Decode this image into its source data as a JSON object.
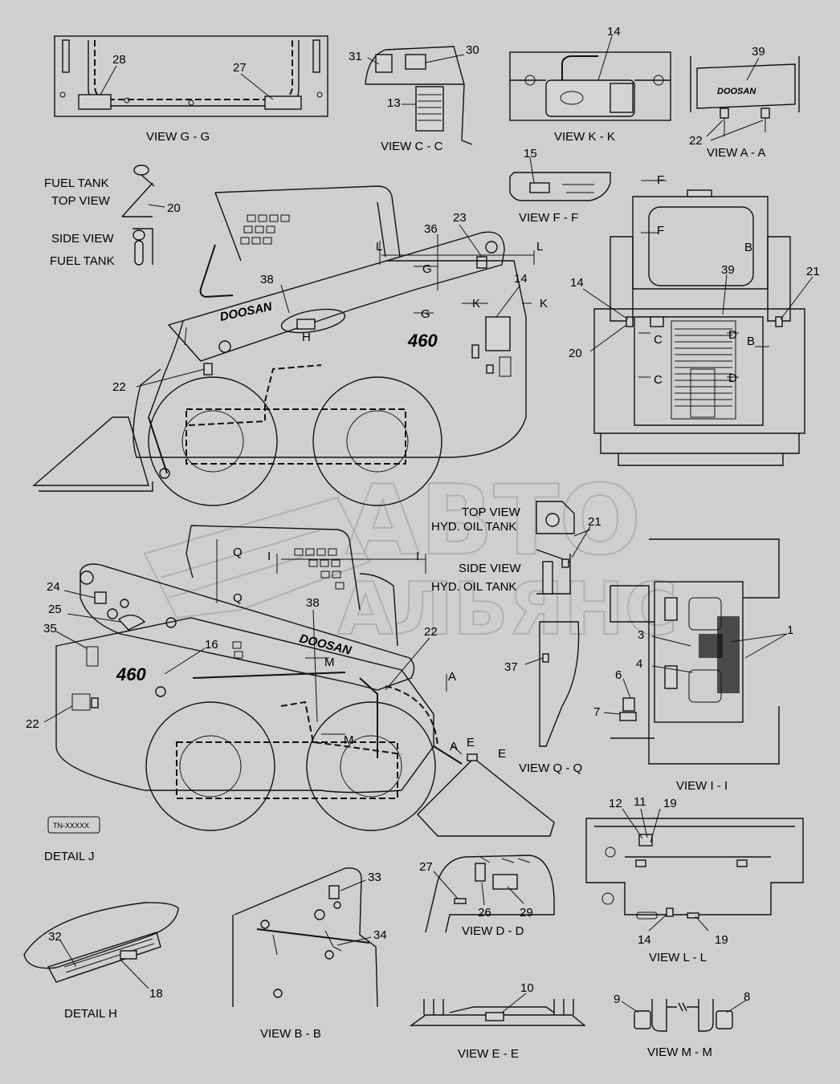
{
  "views": {
    "gg": "VIEW  G - G",
    "cc": "VIEW  C - C",
    "kk": "VIEW  K - K",
    "aa": "VIEW  A - A",
    "ff": "VIEW  F - F",
    "qq": "VIEW  Q - Q",
    "ii": "VIEW  I - I",
    "dd": "VIEW  D - D",
    "ll": "VIEW  L - L",
    "bb": "VIEW  B - B",
    "ee": "VIEW  E - E",
    "mm": "VIEW  M - M",
    "detail_j": "DETAIL  J",
    "detail_h": "DETAIL  H"
  },
  "labels": {
    "fuel_tank_top_1": "FUEL TANK",
    "fuel_tank_top_2": "TOP VIEW",
    "fuel_side_1": "SIDE VIEW",
    "fuel_side_2": "FUEL TANK",
    "hyd_top_1": "TOP VIEW",
    "hyd_top_2": "HYD. OIL TANK",
    "hyd_side_1": "SIDE VIEW",
    "hyd_side_2": "HYD. OIL TANK",
    "tn": "TN-XXXXX",
    "model": "460",
    "brand": "DOOSAN"
  },
  "watermark": {
    "line1": "АВТО",
    "line2": "АЛЬЯНС"
  },
  "sections": {
    "F": "F",
    "B": "B",
    "C": "C",
    "D": "D",
    "L": "L",
    "G": "G",
    "K": "K",
    "H": "H",
    "Q": "Q",
    "I": "I",
    "M": "M",
    "A": "A",
    "E": "E"
  },
  "callouts": {
    "n1": "1",
    "n3": "3",
    "n4": "4",
    "n6": "6",
    "n7": "7",
    "n8": "8",
    "n9": "9",
    "n10": "10",
    "n11": "11",
    "n12": "12",
    "n13": "13",
    "n14": "14",
    "n15": "15",
    "n16": "16",
    "n18": "18",
    "n19": "19",
    "n20": "20",
    "n21": "21",
    "n22": "22",
    "n23": "23",
    "n24": "24",
    "n25": "25",
    "n26": "26",
    "n27": "27",
    "n28": "28",
    "n29": "29",
    "n30": "30",
    "n31": "31",
    "n32": "32",
    "n33": "33",
    "n34": "34",
    "n35": "35",
    "n36": "36",
    "n37": "37",
    "n38": "38",
    "n39": "39"
  },
  "colors": {
    "background": "#cfcfcf",
    "ink": "#111111",
    "watermark": "#9a9a9a"
  }
}
